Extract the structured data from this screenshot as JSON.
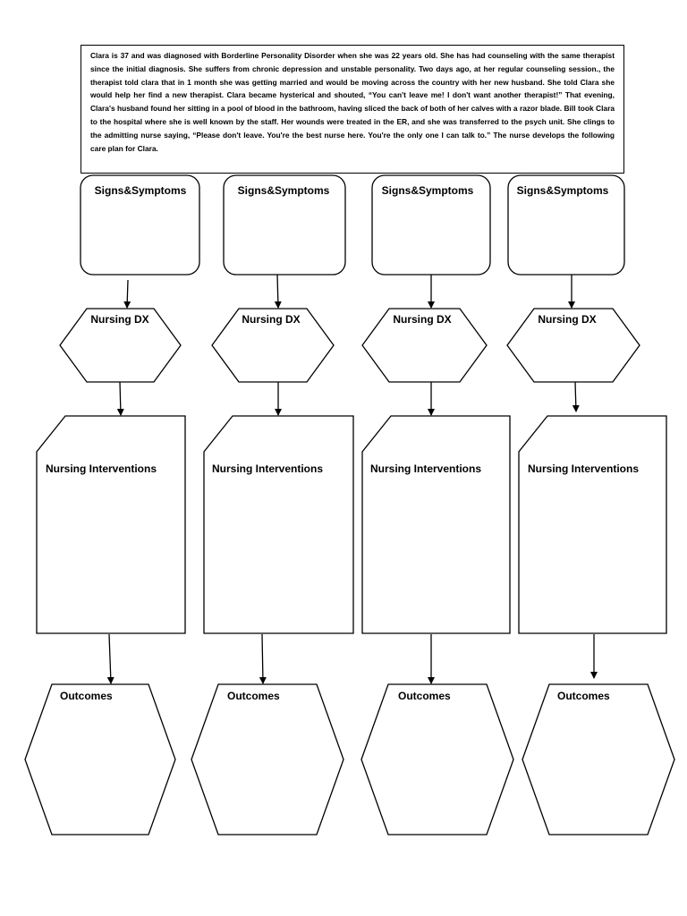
{
  "case_study": {
    "text": "Clara is 37 and was diagnosed with Borderline Personality Disorder when she was 22 years old. She has had counseling with the same therapist since the initial diagnosis. She suffers from chronic depression and unstable personality. Two days ago, at her regular counseling session., the therapist told clara that in 1 month she was getting married and would be moving across the country with her new husband. She told Clara she would help her find a new therapist. Clara became hysterical and shouted, “You can't leave me! I don't want another therapist!” That evening, Clara's husband found her sitting in a pool of blood in the bathroom, having sliced the back of both of her calves with a razor blade. Bill took Clara to the hospital where she is well known by the staff. Her wounds were treated in the ER, and she was transferred to the psych unit. She clings to the admitting nurse saying, “Please don't leave. You're the best nurse here. You're the only one I can talk to.” The nurse develops the following care plan for Clara."
  },
  "columns": [
    {
      "signs": "Signs&Symptoms",
      "dx": "Nursing DX",
      "interventions": "Nursing Interventions",
      "outcomes": "Outcomes"
    },
    {
      "signs": "Signs&Symptoms",
      "dx": "Nursing DX",
      "interventions": "Nursing Interventions",
      "outcomes": "Outcomes"
    },
    {
      "signs": "Signs&Symptoms",
      "dx": "Nursing DX",
      "interventions": "Nursing Interventions",
      "outcomes": "Outcomes"
    },
    {
      "signs": "Signs&Symptoms",
      "dx": "Nursing DX",
      "interventions": "Nursing Interventions",
      "outcomes": "Outcomes"
    }
  ],
  "colors": {
    "stroke": "#000000",
    "fill": "#ffffff"
  }
}
